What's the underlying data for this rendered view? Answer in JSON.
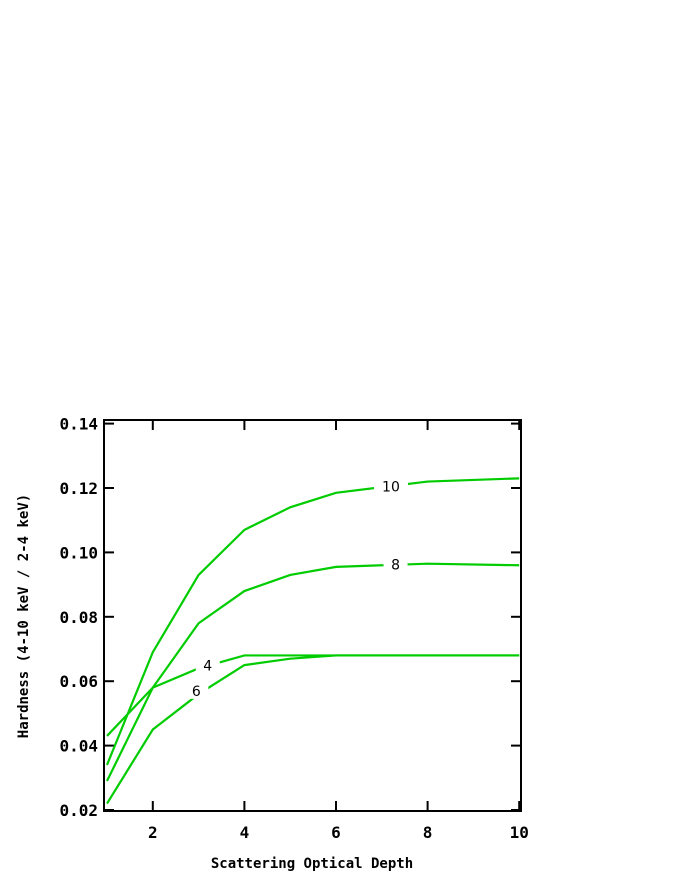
{
  "chart_data": {
    "type": "line",
    "title": "",
    "xlabel": "Scattering Optical Depth",
    "ylabel": "Hardness (4-10 keV / 2-4 keV)",
    "xlim": [
      1,
      10
    ],
    "ylim": [
      0.02,
      0.14
    ],
    "x_ticks": [
      2,
      4,
      6,
      8,
      10
    ],
    "y_ticks": [
      0.02,
      0.04,
      0.06,
      0.08,
      0.1,
      0.12,
      0.14
    ],
    "x_tick_labels": [
      "2",
      "4",
      "6",
      "8",
      "10"
    ],
    "y_tick_labels": [
      "0.02",
      "0.04",
      "0.06",
      "0.08",
      "0.10",
      "0.12",
      "0.14"
    ],
    "grid": false,
    "legend": "inline curve labels",
    "x": [
      1,
      2,
      3,
      4,
      5,
      6,
      8,
      10
    ],
    "series": [
      {
        "name": "4",
        "label_at": [
          3.2,
          0.0648
        ],
        "values": [
          0.043,
          0.058,
          0.064,
          0.068,
          0.068,
          0.068,
          0.068,
          0.068
        ]
      },
      {
        "name": "6",
        "label_at": [
          2.95,
          0.057
        ],
        "values": [
          0.022,
          0.045,
          0.056,
          0.065,
          0.067,
          0.068,
          0.068,
          0.068
        ]
      },
      {
        "name": "8",
        "label_at": [
          7.3,
          0.0962
        ],
        "values": [
          0.029,
          0.058,
          0.078,
          0.088,
          0.093,
          0.0955,
          0.0965,
          0.096
        ]
      },
      {
        "name": "10",
        "label_at": [
          7.2,
          0.1205
        ],
        "values": [
          0.034,
          0.069,
          0.093,
          0.107,
          0.114,
          0.1185,
          0.122,
          0.123
        ]
      }
    ],
    "line_color": "#00CC00"
  },
  "labels": {
    "xlabel": "Scattering Optical Depth",
    "ylabel": "Hardness (4-10 keV / 2-4 keV)"
  }
}
